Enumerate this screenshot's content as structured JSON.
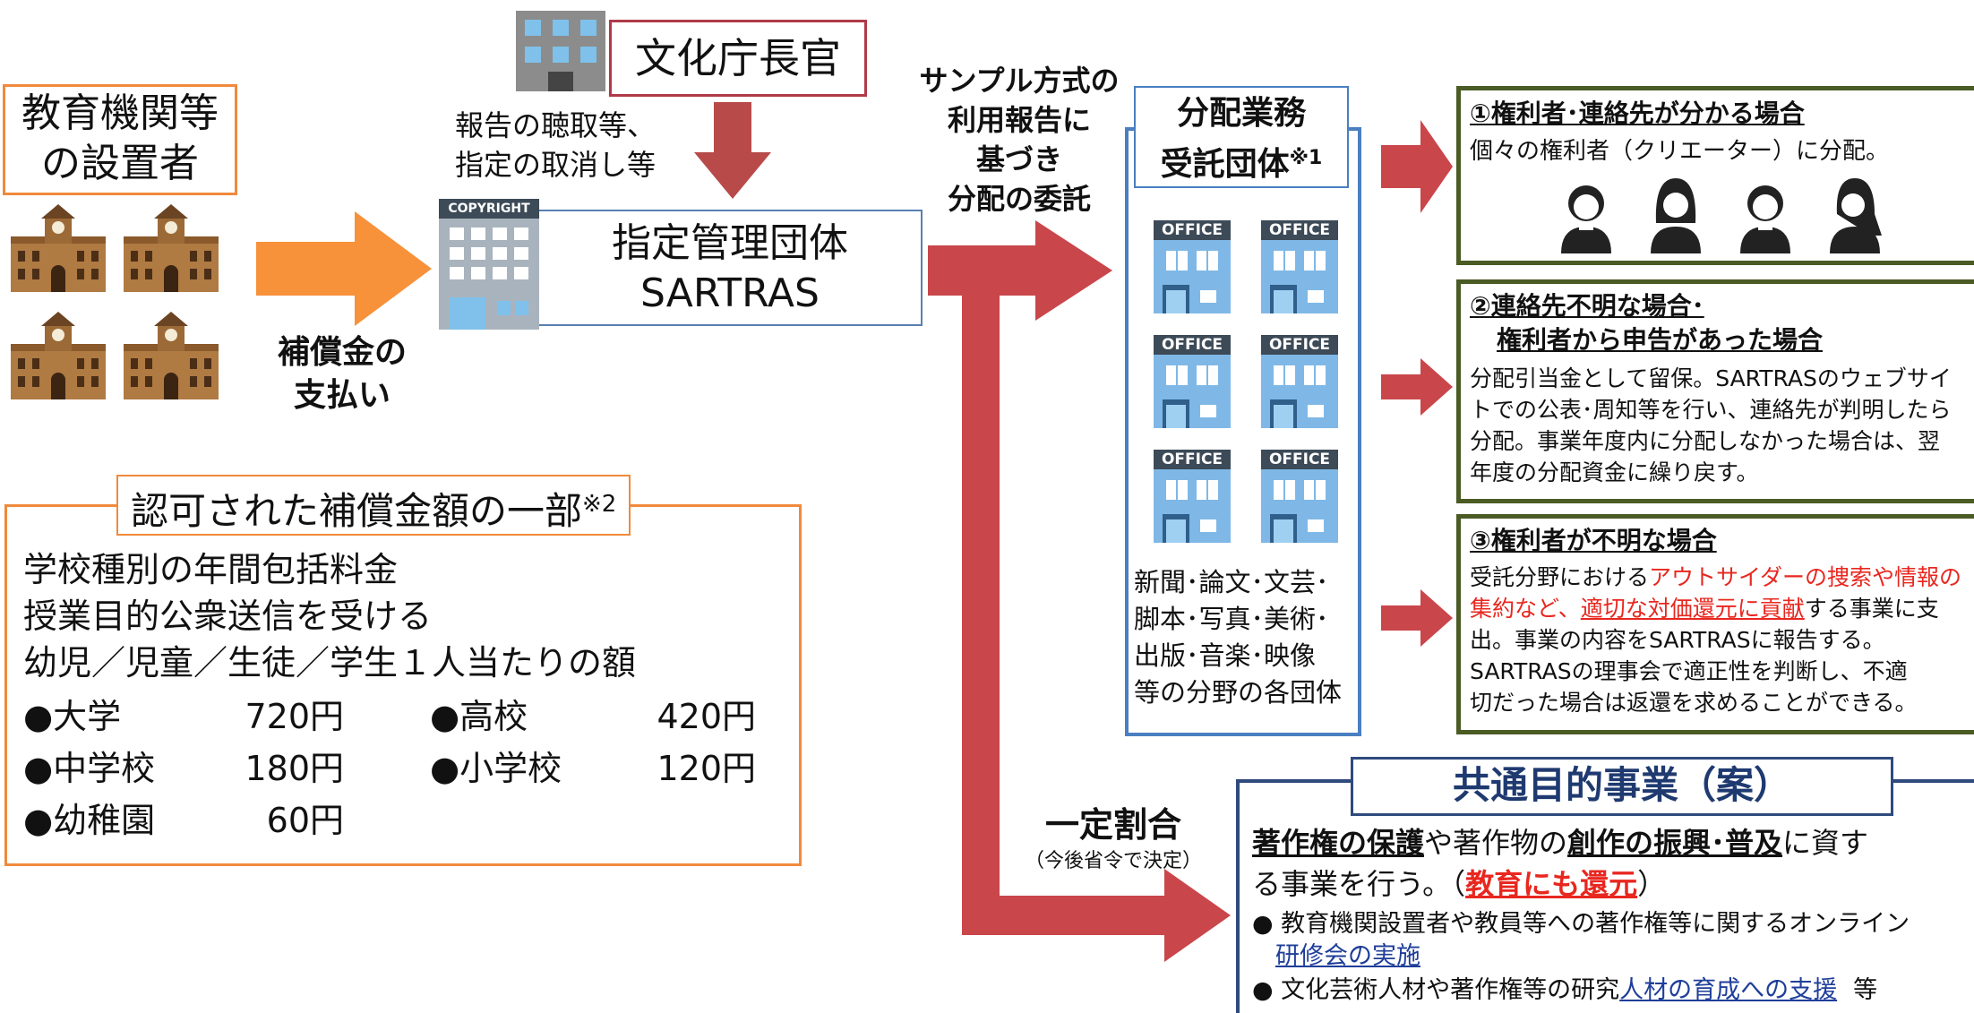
{
  "installer": {
    "line1": "教育機関等",
    "line2": "の設置者"
  },
  "commissioner": {
    "label": "文化庁長官"
  },
  "report_note": {
    "line1": "報告の聴取等、",
    "line2": "指定の取消し等"
  },
  "copyright_sign": "COPYRIGHT",
  "org": {
    "line1": "指定管理団体",
    "line2": "SARTRAS"
  },
  "payment": {
    "line1": "補償金の",
    "line2": "支払い"
  },
  "fee_box": {
    "title": "認可された補償金額の一部",
    "title_mark": "※2",
    "desc": [
      "学校種別の年間包括料金",
      "授業目的公衆送信を受ける",
      "幼児／児童／生徒／学生１人当たりの額"
    ],
    "fees": [
      {
        "label": "●大学",
        "amount": "720円"
      },
      {
        "label": "●高校",
        "amount": "420円"
      },
      {
        "label": "●中学校",
        "amount": "180円"
      },
      {
        "label": "●小学校",
        "amount": "120円"
      },
      {
        "label": "●幼稚園",
        "amount": "60円"
      }
    ]
  },
  "sample_note": [
    "サンプル方式の",
    "利用報告に",
    "基づき",
    "分配の委託"
  ],
  "distribution": {
    "title1": "分配業務",
    "title2": "受託団体",
    "title_mark": "※1",
    "office_label": "OFFICE",
    "fields": [
      "新聞･論文･文芸･",
      "脚本･写真･美術･",
      "出版･音楽･映像",
      "等の分野の各団体"
    ]
  },
  "case1": {
    "title": "①権利者･連絡先が分かる場合",
    "body": "個々の権利者（クリエーター）に分配。"
  },
  "case2": {
    "title1": "②連絡先不明な場合･",
    "title2": "権利者から申告があった場合",
    "body": [
      "分配引当金として留保。SARTRASのウェブサイ",
      "トでの公表･周知等を行い、連絡先が判明したら",
      "分配。事業年度内に分配しなかった場合は、翌",
      "年度の分配資金に繰り戻す。"
    ]
  },
  "case3": {
    "title": "③権利者が不明な場合",
    "l1_pre": "受託分野における",
    "l1_red": "アウトサイダーの捜索や情報の",
    "l2_red": "集約など、",
    "l2_red_u": "適切な対価還元に貢献",
    "l2_post": "する事業に支",
    "rest": [
      "出。事業の内容をSARTRASに報告する。",
      "SARTRASの理事会で適正性を判断し、不適",
      "切だった場合は返還を求めることができる。"
    ]
  },
  "fixed_ratio": {
    "label": "一定割合",
    "note": "（今後省令で決定）"
  },
  "common": {
    "title": "共通目的事業（案）",
    "p1": "著作権の保護",
    "p2": "や著作物の",
    "p3": "創作の振興･普及",
    "p4": "に資す",
    "p5": "る事業を行う。（",
    "p6": "教育にも還元",
    "p7": "）",
    "b1_pre": "● 教育機関設置者や教員等への著作権等に関するオンライン",
    "b1_link": "研修会の実施",
    "b2_pre": "● 文化芸術人材や著作権等の研究",
    "b2_link": "人材の育成への支援",
    "b2_post": "等"
  },
  "colors": {
    "orange": "#f7913a",
    "dark_red": "#b84a4a",
    "arrow_red": "#c9464b",
    "green": "#4a5b24",
    "blue": "#4a7fc1",
    "navy": "#2f4a7d",
    "highlight_red": "#e8271f"
  }
}
